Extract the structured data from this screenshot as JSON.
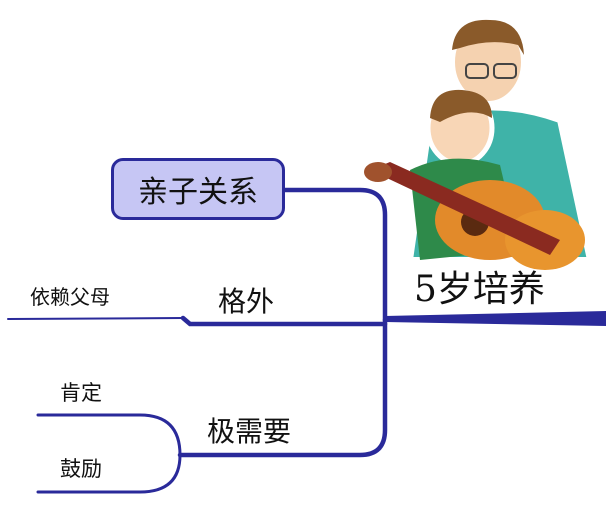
{
  "central": {
    "label": "5岁培养"
  },
  "branches": [
    {
      "label": "亲子关系",
      "children": []
    },
    {
      "label": "格外",
      "children": [
        "依赖父母"
      ]
    },
    {
      "label": "极需要",
      "children": [
        "肯定",
        "鼓励"
      ]
    }
  ],
  "colors": {
    "line": "#2a2a9a",
    "box_fill": "#c6c6f4"
  },
  "illustration": {
    "icon": "father-son-guitar-illustration"
  }
}
